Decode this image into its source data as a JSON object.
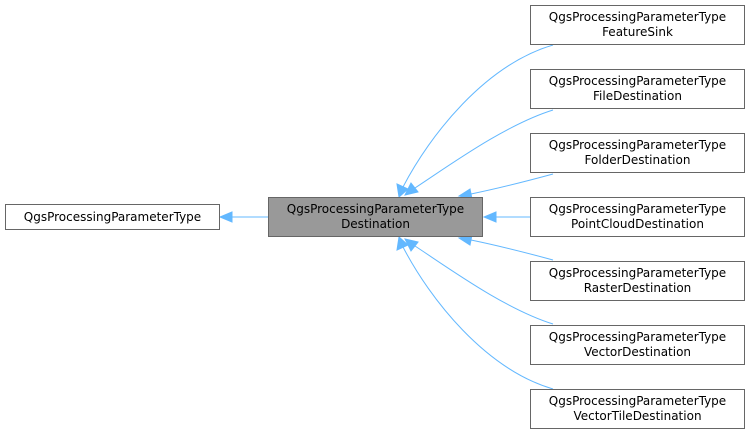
{
  "diagram": {
    "base": {
      "label": "QgsProcessingParameterType"
    },
    "focus": {
      "line1": "QgsProcessingParameterType",
      "line2": "Destination"
    },
    "children": [
      {
        "line1": "QgsProcessingParameterType",
        "line2": "FeatureSink"
      },
      {
        "line1": "QgsProcessingParameterType",
        "line2": "FileDestination"
      },
      {
        "line1": "QgsProcessingParameterType",
        "line2": "FolderDestination"
      },
      {
        "line1": "QgsProcessingParameterType",
        "line2": "PointCloudDestination"
      },
      {
        "line1": "QgsProcessingParameterType",
        "line2": "RasterDestination"
      },
      {
        "line1": "QgsProcessingParameterType",
        "line2": "VectorDestination"
      },
      {
        "line1": "QgsProcessingParameterType",
        "line2": "VectorTileDestination"
      }
    ],
    "colors": {
      "edge": "#63b8ff",
      "focus_fill": "#999999",
      "node_border": "#666666"
    }
  }
}
